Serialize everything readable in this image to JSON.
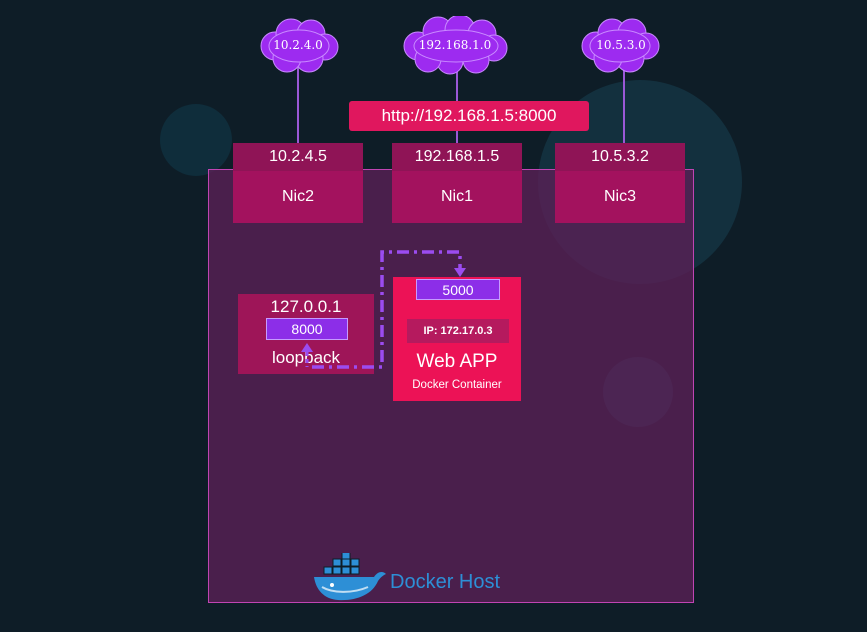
{
  "networks": [
    {
      "id": "net-2",
      "label": "10.2.4.0"
    },
    {
      "id": "net-1",
      "label": "192.168.1.0"
    },
    {
      "id": "net-3",
      "label": "10.5.3.0"
    }
  ],
  "url": "http://192.168.1.5:8000",
  "nics": [
    {
      "ip": "10.2.4.5",
      "name": "Nic2"
    },
    {
      "ip": "192.168.1.5",
      "name": "Nic1"
    },
    {
      "ip": "10.5.3.2",
      "name": "Nic3"
    }
  ],
  "loopback": {
    "ip": "127.0.0.1",
    "port": "8000",
    "label": "loopback"
  },
  "container": {
    "port": "5000",
    "ip": "IP: 172.17.0.3",
    "title": "Web APP",
    "subtitle": "Docker Container"
  },
  "host": {
    "label": "Docker Host"
  },
  "colors": {
    "background": "#0e1d27",
    "host": "#5a2056",
    "nic": "#a3125e",
    "url": "#e0175e",
    "container": "#ec1256",
    "port": "#8c2ee8",
    "arrow": "#9b4cf0",
    "docker_blue": "#2d8fd6"
  }
}
